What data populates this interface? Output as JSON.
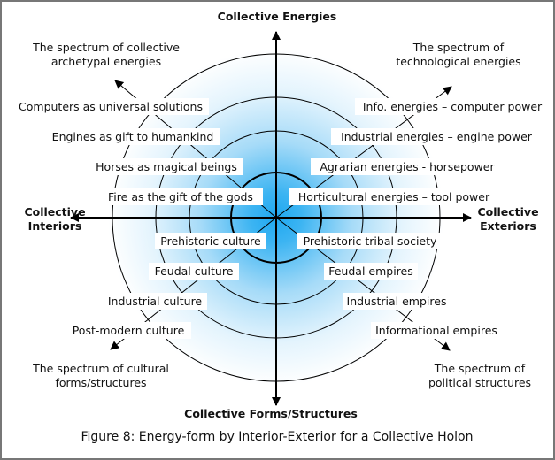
{
  "axes": {
    "top": "Collective Energies",
    "bottom": "Collective Forms/Structures",
    "left_line1": "Collective",
    "left_line2": "Interiors",
    "right_line1": "Collective",
    "right_line2": "Exteriors"
  },
  "corners": {
    "top_left_line1": "The spectrum of collective",
    "top_left_line2": "archetypal energies",
    "top_right_line1": "The spectrum of",
    "top_right_line2": "technological energies",
    "bottom_left_line1": "The spectrum of cultural",
    "bottom_left_line2": "forms/structures",
    "bottom_right_line1": "The spectrum of",
    "bottom_right_line2": "political structures"
  },
  "upper_left": [
    "Computers as universal solutions",
    "Engines as gift to humankind",
    "Horses as magical beings",
    "Fire as the gift of the gods"
  ],
  "upper_right": [
    "Info. energies – computer power",
    "Industrial energies – engine power",
    "Agrarian energies - horsepower",
    "Horticultural energies – tool power"
  ],
  "lower_left": [
    "Prehistoric culture",
    "Feudal culture",
    "Industrial culture",
    "Post-modern culture"
  ],
  "lower_right": [
    "Prehistoric tribal society",
    "Feudal empires",
    "Industrial empires",
    "Informational empires"
  ],
  "caption": "Figure 8: Energy-form by Interior-Exterior  for a Collective Holon",
  "colors": {
    "center_glow": "#1fa8f0",
    "lines": "#000000",
    "border": "#777777"
  }
}
